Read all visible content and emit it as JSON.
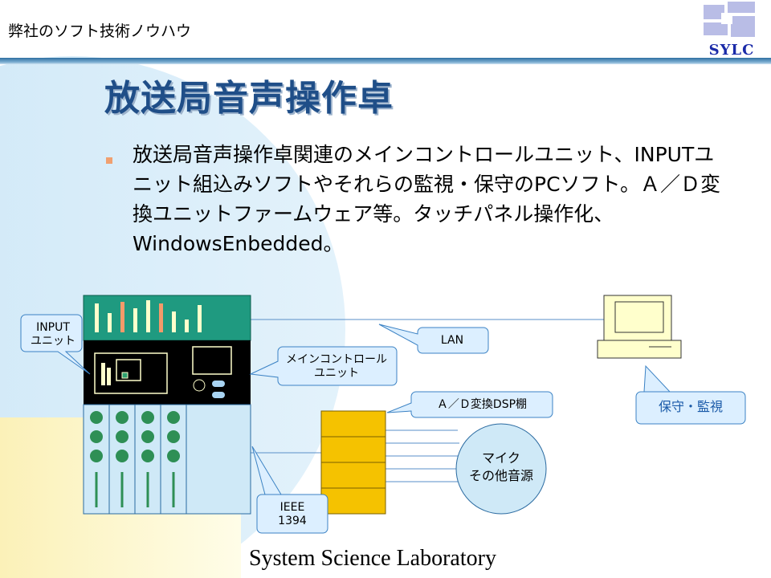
{
  "header": {
    "title": "弊社のソフト技術ノウハウ",
    "logo": "SYLC"
  },
  "slide": {
    "title": "放送局音声操作卓",
    "bullet": "放送局音声操作卓関連のメインコントロールユニット、INPUTユニット組込みソフトやそれらの監視・保守のPCソフト。Ａ／Ｄ変換ユニットファームウェア等。タッチパネル操作化、WindowsEnbedded。"
  },
  "diagram": {
    "input_unit": [
      "INPUT",
      "ユニット"
    ],
    "lan": "LAN",
    "main_control": [
      "メインコントロール",
      "ユニット"
    ],
    "ad_dsp": "Ａ／Ｄ変換DSP棚",
    "ieee": [
      "IEEE",
      "1394"
    ],
    "mic": [
      "マイク",
      "その他音源"
    ],
    "maintenance": "保守・監視"
  },
  "colors": {
    "title": "#1f4e88",
    "console_top": "#1f9a80",
    "rack": "#f5c200",
    "panel": "#cfe9f7",
    "knob": "#2e8f55"
  },
  "footer": "System  Science  Laboratory"
}
